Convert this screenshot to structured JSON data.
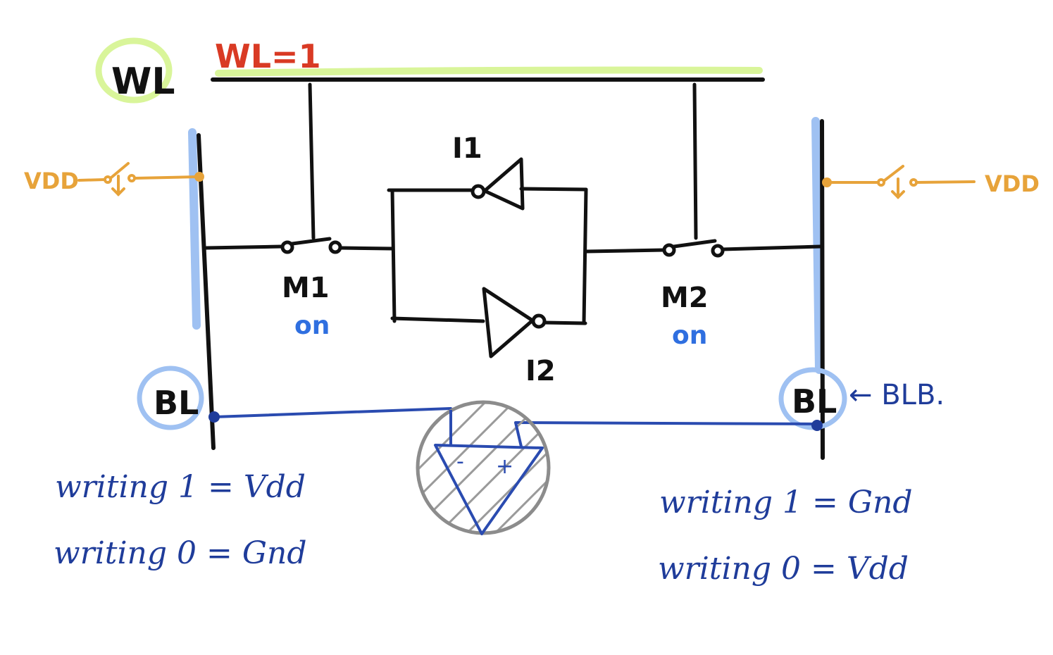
{
  "labels": {
    "wl": "WL",
    "wl_state": "WL=1",
    "vdd_left": "VDD",
    "vdd_right": "VDD",
    "i1": "I1",
    "i2": "I2",
    "m1": "M1",
    "m2": "M2",
    "m1_state": "on",
    "m2_state": "on",
    "bl": "BL",
    "blb_node": "BL",
    "blb_arrow": "← BLB.",
    "sense_minus": "-",
    "sense_plus": "+"
  },
  "notes_left": {
    "line1": "writing 1 = Vdd",
    "line2": "writing 0 = Gnd"
  },
  "notes_right": {
    "line1": "writing 1 = Gnd",
    "line2": "writing 0 = Vdd"
  },
  "colors": {
    "wire": "#111111",
    "wl_highlight": "#d9f59a",
    "wl_state": "#d93a24",
    "vdd": "#e7a33a",
    "bitline_highlight": "#9fc1f2",
    "state_on": "#2f6fe0",
    "notes": "#1f3c9a",
    "sense_hatch": "#8c8c8c"
  }
}
